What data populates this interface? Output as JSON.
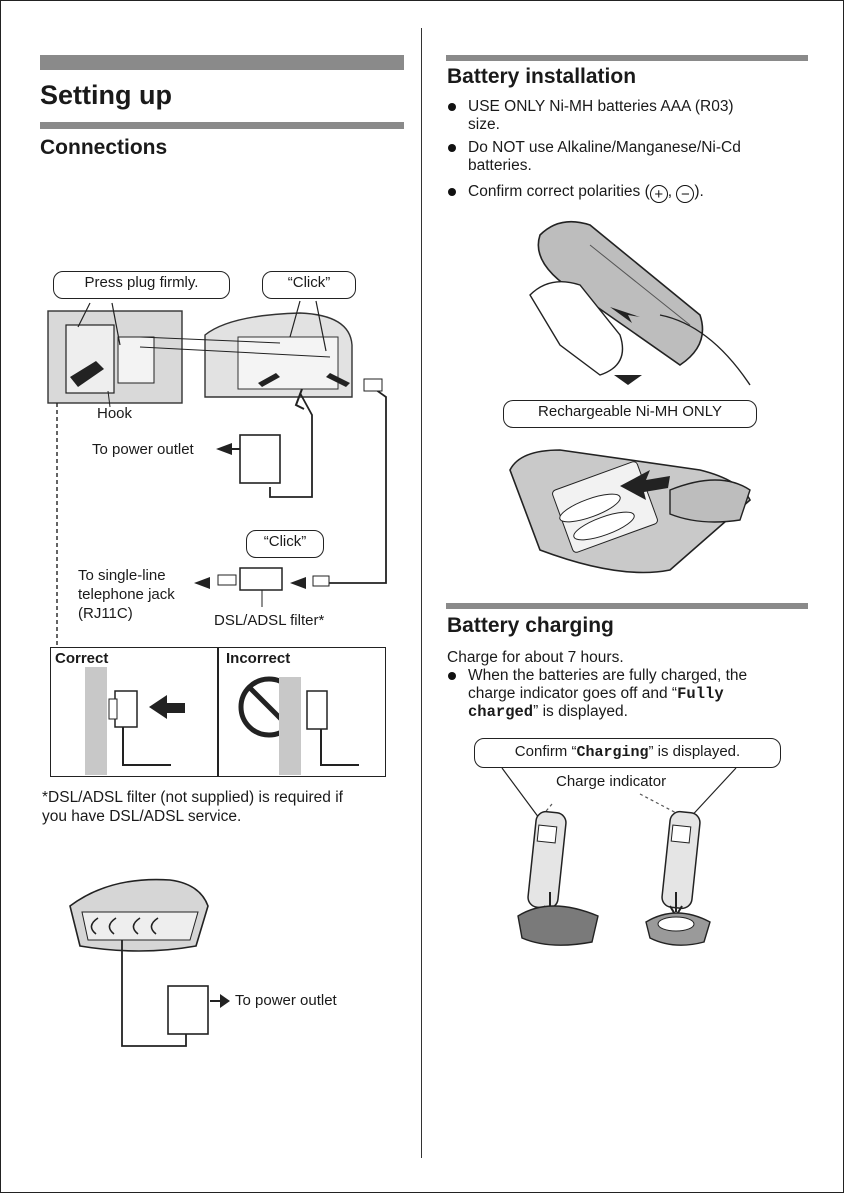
{
  "left": {
    "title": "Setting up",
    "connections_heading": "Connections",
    "callout_press": "Press plug firmly.",
    "callout_click1": "“Click”",
    "hook_label": "Hook",
    "power_outlet_label": "To power outlet",
    "callout_click2": "“Click”",
    "jack_label_1": "To single-line",
    "jack_label_2": "telephone jack",
    "jack_label_3": "(RJ11C)",
    "filter_label": "DSL/ADSL filter*",
    "correct_label": "Correct",
    "incorrect_label": "Incorrect",
    "footnote_1": "*DSL/ADSL filter (not supplied) is required if",
    "footnote_2": "you have DSL/ADSL service.",
    "power_outlet_label_2": "To power outlet"
  },
  "right": {
    "battery_installation_heading": "Battery installation",
    "bullet_1a": "USE ONLY Ni-MH batteries AAA (R03)",
    "bullet_1b": "size.",
    "bullet_2a": "Do NOT use Alkaline/Manganese/Ni-Cd",
    "bullet_2b": "batteries.",
    "bullet_3_prefix": "Confirm correct polarities (",
    "polarity_plus": "+",
    "polarity_sep": ", ",
    "polarity_minus": "−",
    "bullet_3_suffix": ").",
    "callout_rechargeable": "Rechargeable Ni-MH ONLY",
    "battery_charging_heading": "Battery charging",
    "charge_text": "Charge for about 7 hours.",
    "charge_bullet_a": "When the batteries are fully charged, the",
    "charge_bullet_b_prefix": "charge indicator goes off and “",
    "charge_bullet_b_mono": "Fully",
    "charge_bullet_c_mono": "charged",
    "charge_bullet_c_suffix": "” is displayed.",
    "callout_confirm_prefix": "Confirm “",
    "callout_confirm_mono": "Charging",
    "callout_confirm_suffix": "” is displayed.",
    "charge_indicator_label": "Charge indicator"
  }
}
